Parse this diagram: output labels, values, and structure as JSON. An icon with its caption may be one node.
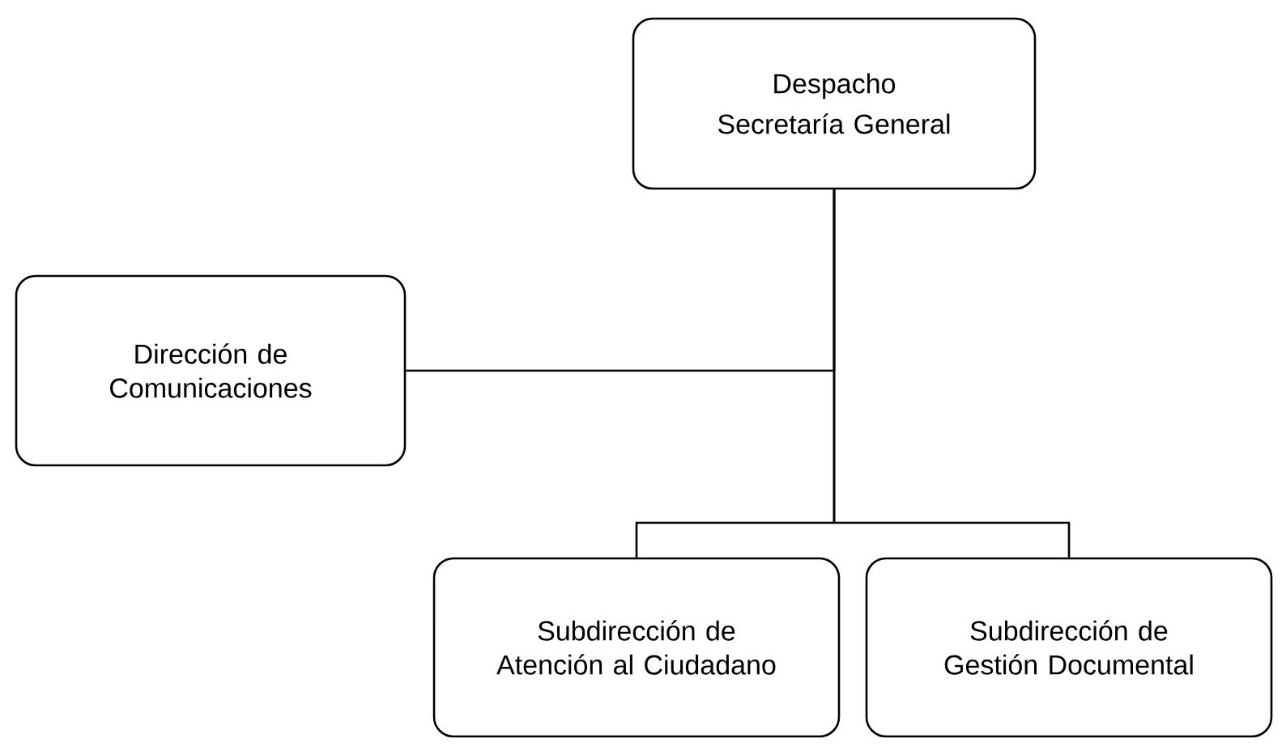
{
  "diagram": {
    "nodes": [
      {
        "text": [
          "Despacho",
          "Secretaría General"
        ]
      },
      {
        "text": [
          "Dirección de Comunicaciones"
        ]
      },
      {
        "text": [
          "Subdirección de Atención al Ciudadano"
        ]
      },
      {
        "text": [
          "Subdirección de Gestión Documental"
        ]
      }
    ],
    "edges": [
      {
        "from": 0,
        "to": 1,
        "arrow": "none"
      },
      {
        "from": 0,
        "to": 2,
        "arrow": "none"
      },
      {
        "from": 0,
        "to": 3,
        "arrow": "none"
      }
    ]
  }
}
